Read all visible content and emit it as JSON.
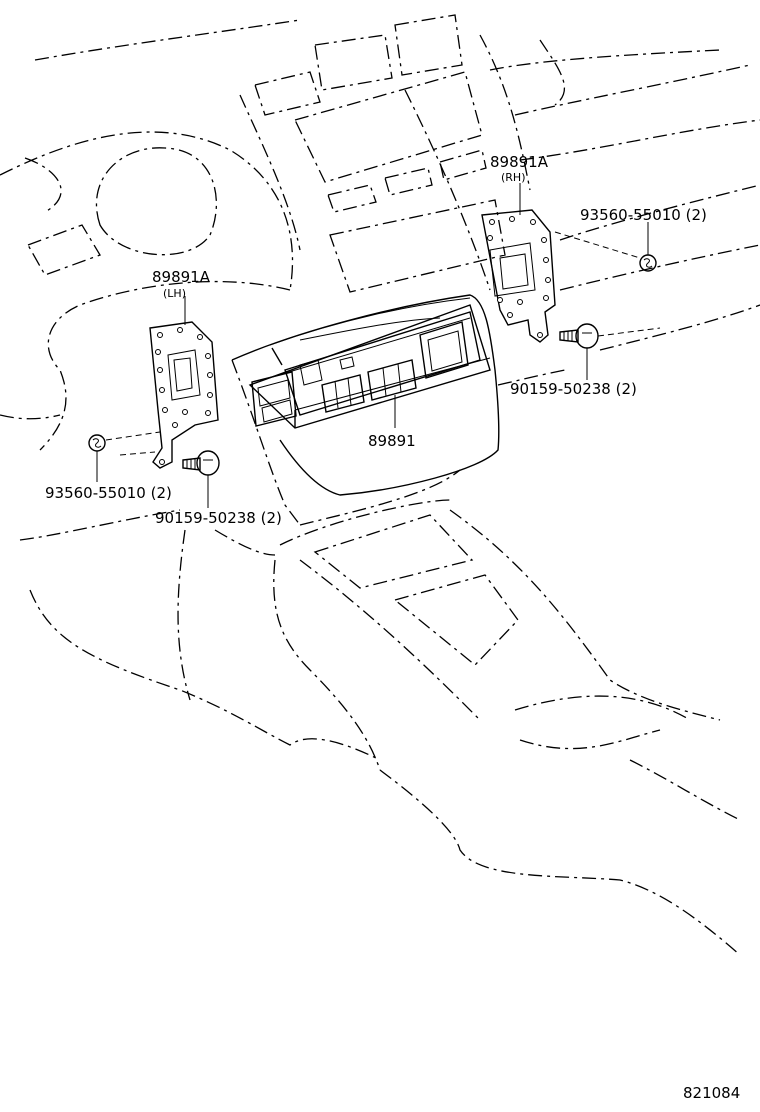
{
  "labels": {
    "control_unit": "89891",
    "bracket_lh_part": "89891A",
    "bracket_lh_side": "(LH)",
    "bracket_rh_part": "89891A",
    "bracket_rh_side": "(RH)",
    "nut_lh": "93560-55010 (2)",
    "nut_rh": "93560-55010 (2)",
    "screw_lh": "90159-50238 (2)",
    "screw_rh": "90159-50238 (2)",
    "figure_number": "821084"
  }
}
